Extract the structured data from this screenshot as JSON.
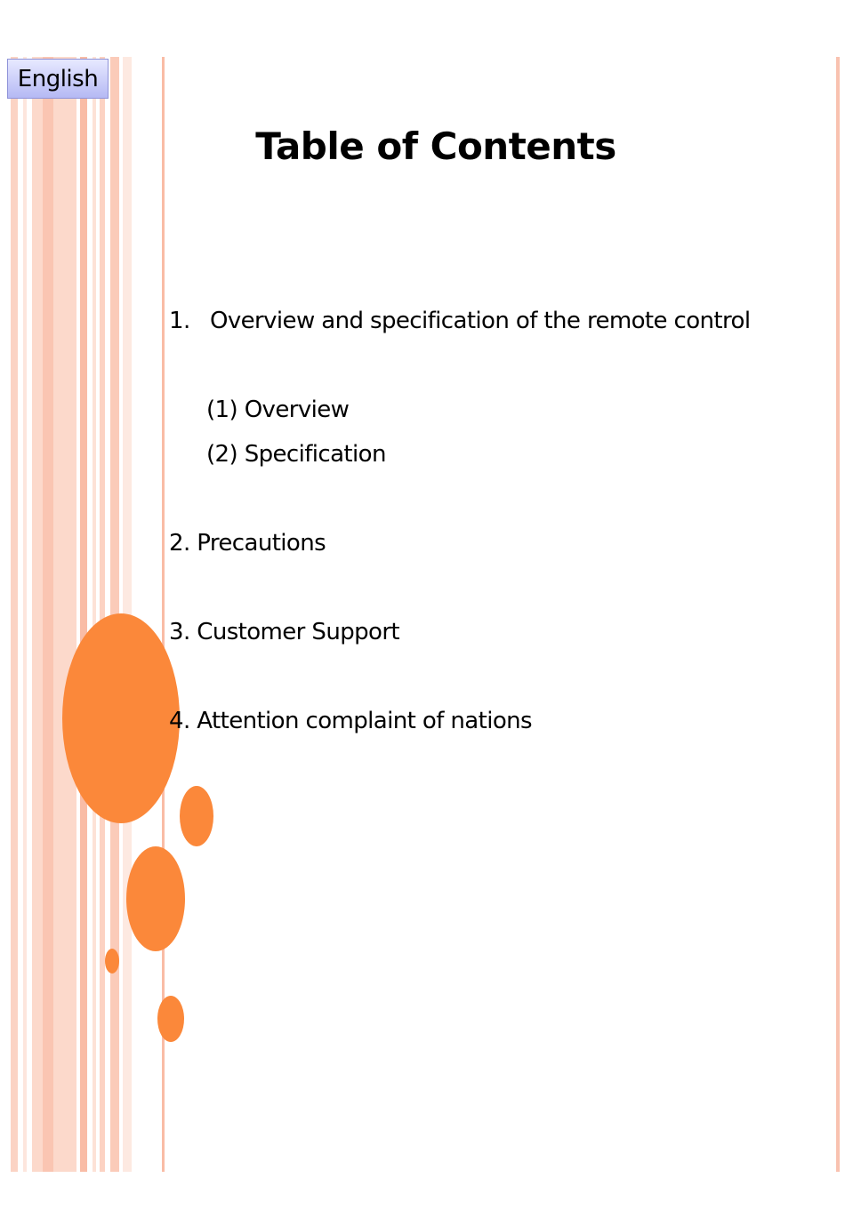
{
  "language_tab": {
    "label": "English"
  },
  "title": "Table of Contents",
  "toc": {
    "item1": {
      "number": "1.",
      "label": "Overview and specification of the remote control"
    },
    "item1_sub1": "(1) Overview",
    "item1_sub2": "(2) Specification",
    "item2": "2. Precautions",
    "item3": "3. Customer Support",
    "item4": "4. Attention complaint of nations"
  },
  "colors": {
    "accent_orange": "#fb883a",
    "stripe_pink": "#f9c2b0",
    "tab_blue": "#b5b9f4"
  }
}
